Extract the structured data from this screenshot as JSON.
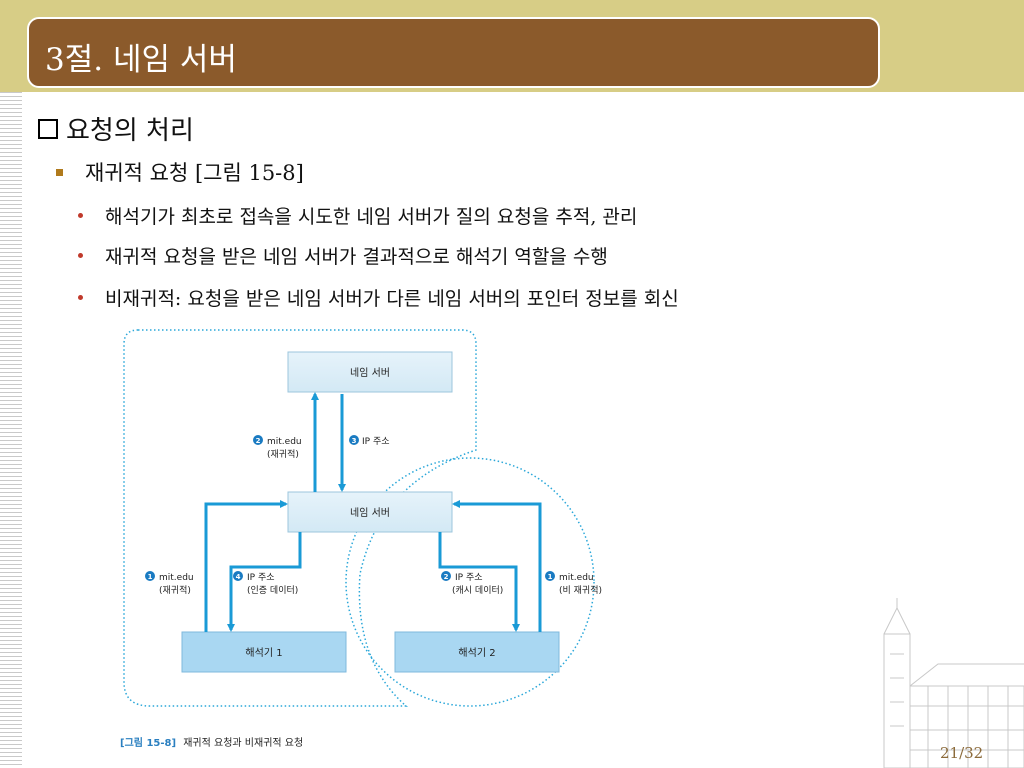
{
  "slide": {
    "title": "3절. 네임 서버",
    "heading": "요청의 처리",
    "subheading": "재귀적 요청 [그림 15-8]",
    "bullets": [
      "해석기가 최초로 접속을 시도한 네임 서버가 질의 요청을 추적, 관리",
      "재귀적 요청을 받은 네임 서버가 결과적으로 해석기 역할을 수행",
      "비재귀적: 요청을 받은 네임 서버가 다른 네임 서버의 포인터 정보를 회신"
    ],
    "page_number": "21/32"
  },
  "figure": {
    "boxes": {
      "top_server": "네임 서버",
      "mid_server": "네임 서버",
      "resolver1": "해석기 1",
      "resolver2": "해석기 2"
    },
    "labels": {
      "step2_line1": "mit.edu",
      "step2_line2": "(재귀적)",
      "step3_line1": "IP 주소",
      "step1_left_line1": "mit.edu",
      "step1_left_line2": "(재귀적)",
      "step4_line1": "IP 주소",
      "step4_line2": "(인증 데이터)",
      "step2_right_line1": "IP 주소",
      "step2_right_line2": "(캐시 데이터)",
      "step1_right_line1": "mit.edu",
      "step1_right_line2": "(비 재귀적)"
    },
    "step_numbers": {
      "n1": "1",
      "n2": "2",
      "n3": "3",
      "n4": "4"
    },
    "caption_prefix": "[그림 15-8]",
    "caption_text": "재귀적 요청과 비재귀적 요청",
    "colors": {
      "arrow": "#1a9ad6",
      "box_top": "#ddeef7",
      "box_bottom": "#a9d7f2",
      "title_bar": "#8b5a2b",
      "top_strip": "#d7cd86"
    }
  }
}
